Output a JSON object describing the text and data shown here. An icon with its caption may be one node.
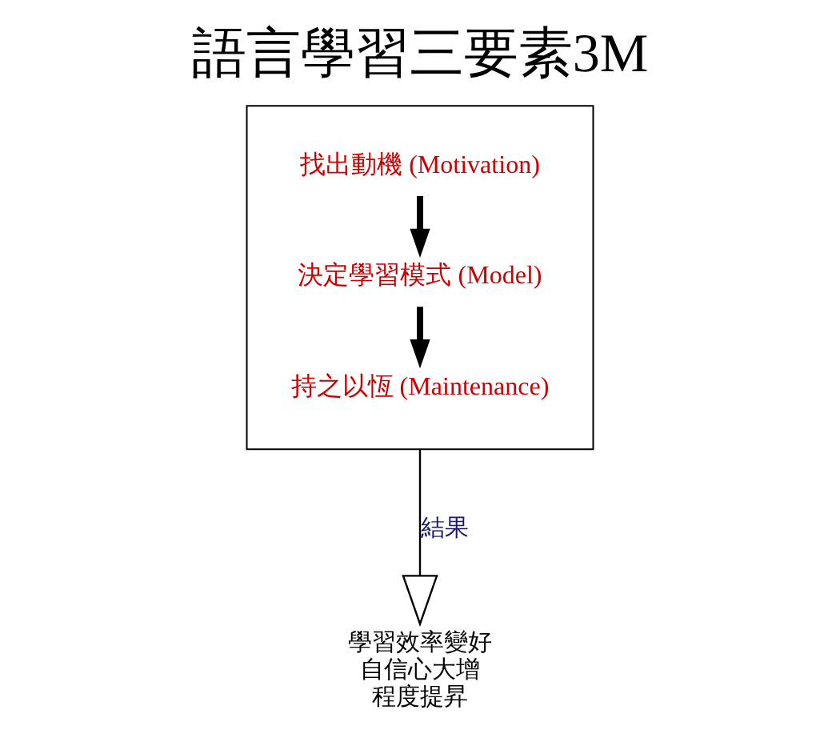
{
  "diagram": {
    "title": "語言學習三要素3M",
    "nodes": [
      {
        "text": [],
        "shape": "box"
      },
      {
        "text": [
          "找出動機 (Motivation)"
        ],
        "in": 0
      },
      {
        "text": [
          "決定學習模式 (Model)"
        ],
        "in": 0
      },
      {
        "text": [
          "持之以恆 (Maintenance)"
        ],
        "in": 0
      },
      {
        "text": [
          "學習效率變好",
          "自信心大增",
          "程度提昇"
        ]
      }
    ],
    "edges": [
      {
        "from": 1,
        "to": 2,
        "arrow": "to"
      },
      {
        "from": 2,
        "to": 3,
        "arrow": "to"
      },
      {
        "from": 0,
        "to": 4,
        "arrow": "to",
        "label": "結果"
      }
    ]
  }
}
